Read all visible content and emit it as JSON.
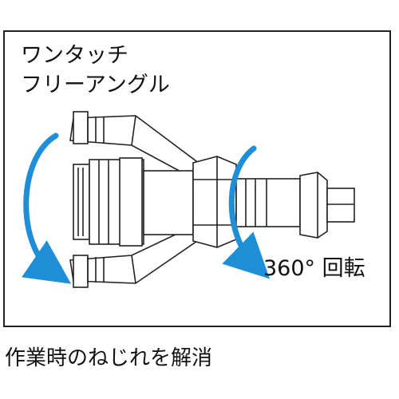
{
  "title_line1": "ワンタッチ",
  "title_line2": "フリーアングル",
  "rotation_label": "360° 回転",
  "caption": "作業時のねじれを解消",
  "colors": {
    "arrow": "#1e8fd6",
    "outline": "#222222",
    "border": "#222222"
  },
  "icons": [
    "rotation-arrow-left-icon",
    "rotation-arrow-right-icon"
  ]
}
